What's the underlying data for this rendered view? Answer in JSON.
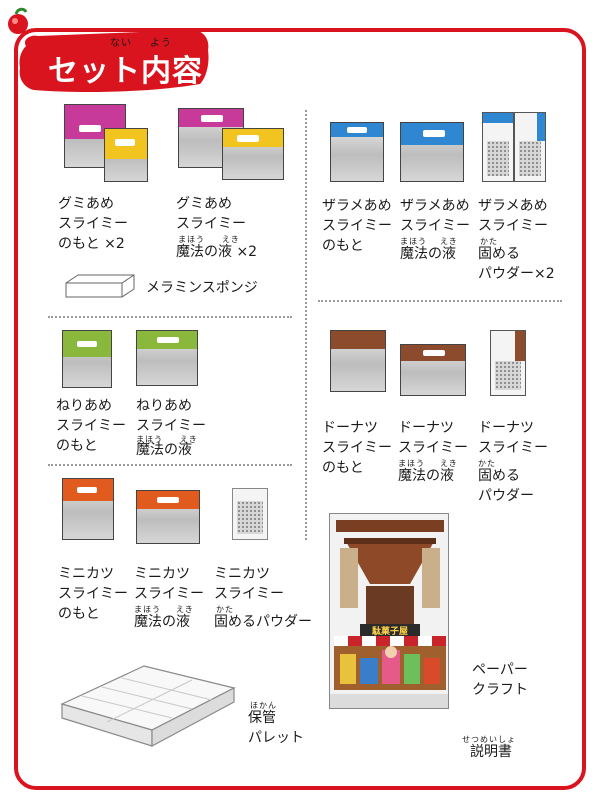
{
  "header": {
    "title": "セット内容",
    "ruby_left": "ない",
    "ruby_right": "よう"
  },
  "colors": {
    "frame": "#d9141e",
    "gummy": "#c73a9a",
    "gummy_yellow": "#f2c420",
    "zarame": "#2f86d1",
    "neri": "#8ab83c",
    "donut": "#8b4b2c",
    "minikatsu": "#e15a1e"
  },
  "sections": {
    "gummy": {
      "item1": [
        "グミあめ",
        "スライミー",
        "のもと ×2"
      ],
      "item2_lines": [
        "グミあめ",
        "スライミー"
      ],
      "item2_ruby": [
        "まほう",
        "えき"
      ],
      "item2_last": "魔法の液 ×2"
    },
    "sponge": {
      "label": "メラミンスポンジ"
    },
    "zarame": {
      "item1": [
        "ザラメあめ",
        "スライミー",
        "のもと"
      ],
      "item2_lines": [
        "ザラメあめ",
        "スライミー"
      ],
      "item2_ruby": [
        "まほう",
        "えき"
      ],
      "item2_last": "魔法の液",
      "item3_lines": [
        "ザラメあめ",
        "スライミー"
      ],
      "item3_ruby": "かた",
      "item3_last": [
        "固める",
        "パウダー×2"
      ]
    },
    "neri": {
      "item1": [
        "ねりあめ",
        "スライミー",
        "のもと"
      ],
      "item2_lines": [
        "ねりあめ",
        "スライミー"
      ],
      "item2_ruby": [
        "まほう",
        "えき"
      ],
      "item2_last": "魔法の液"
    },
    "donut": {
      "item1": [
        "ドーナツ",
        "スライミー",
        "のもと"
      ],
      "item2_lines": [
        "ドーナツ",
        "スライミー"
      ],
      "item2_ruby": [
        "まほう",
        "えき"
      ],
      "item2_last": "魔法の液",
      "item3_lines": [
        "ドーナツ",
        "スライミー"
      ],
      "item3_ruby": "かた",
      "item3_last": [
        "固める",
        "パウダー"
      ]
    },
    "minikatsu": {
      "item1": [
        "ミニカツ",
        "スライミー",
        "のもと"
      ],
      "item2_lines": [
        "ミニカツ",
        "スライミー"
      ],
      "item2_ruby": [
        "まほう",
        "えき"
      ],
      "item2_last": "魔法の液",
      "item3_lines": [
        "ミニカツ",
        "スライミー"
      ],
      "item3_ruby": "かた",
      "item3_last": "固めるパウダー"
    },
    "craft": {
      "label": [
        "ペーパー",
        "クラフト"
      ],
      "sign": "駄菓子屋"
    },
    "case": {
      "ruby": "ほかん",
      "label": [
        "保管",
        "パレット"
      ]
    },
    "manual": {
      "ruby": "せつめいしょ",
      "label": "説明書"
    }
  }
}
